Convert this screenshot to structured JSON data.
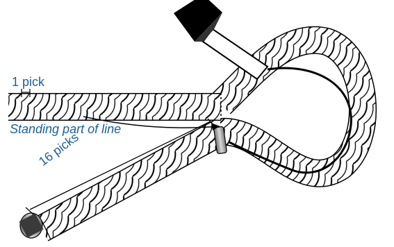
{
  "labels": {
    "pick": "1 pick",
    "standing": "Standing part of line",
    "picks": "16 picks"
  },
  "colors": {
    "annotation": "#1b5f97",
    "rope_outline": "#000000",
    "rope_fill": "#ffffff",
    "handle": "#000000",
    "seizing": "#b8b8b8"
  }
}
